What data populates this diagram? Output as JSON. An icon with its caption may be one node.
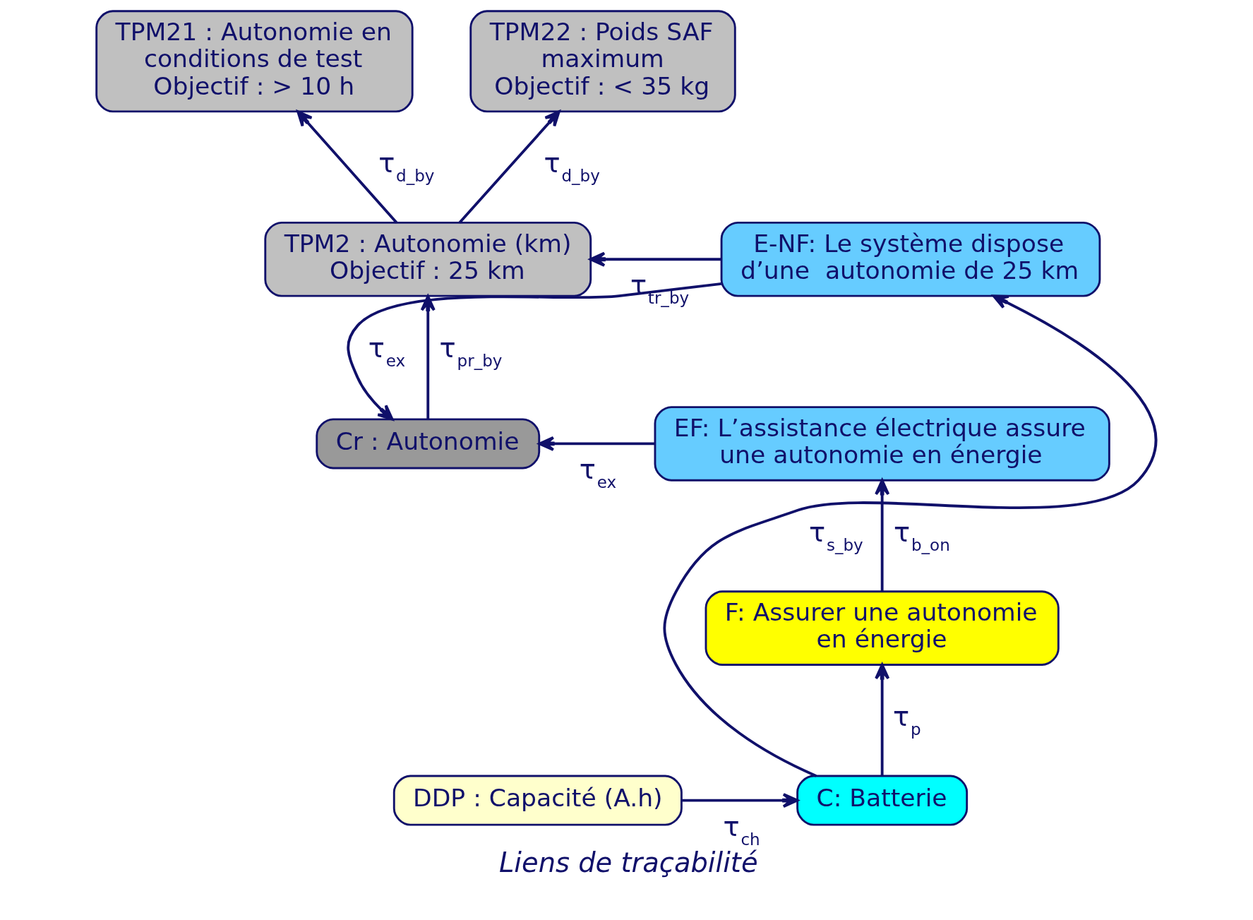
{
  "diagram": {
    "caption": "Liens de traçabilité",
    "nodes": [
      {
        "text": [
          "TPM21 : Autonomie en conditions de test",
          "Objectif : > 10 h"
        ]
      },
      {
        "text": [
          "TPM22 : Poids SAF maximum",
          "Objectif : < 35 kg"
        ]
      },
      {
        "text": [
          "TPM2 : Autonomie (km)",
          "Objectif : 25 km"
        ]
      },
      {
        "text": [
          "E-NF: Le système dispose d’une  autonomie de 25 km"
        ]
      },
      {
        "text": [
          "Cr : Autonomie"
        ]
      },
      {
        "text": [
          "EF: L’assistance électrique assure une autonomie en énergie"
        ]
      },
      {
        "text": [
          "F: Assurer une autonomie en énergie"
        ]
      },
      {
        "text": [
          "DDP : Capacité (A.h)"
        ]
      },
      {
        "text": [
          "C: Batterie"
        ]
      }
    ],
    "edges": [
      {
        "from": 2,
        "to": 0,
        "arrow": "to",
        "label": "τ$_{d_by}$"
      },
      {
        "from": 2,
        "to": 1,
        "arrow": "to",
        "label": "τ$_{d_by}$"
      },
      {
        "from": 3,
        "to": 2,
        "arrow": "to",
        "label": "τ$_{tr_by}$"
      },
      {
        "from": 3,
        "to": 4,
        "arrow": "to",
        "label": "τ$_{ex}$"
      },
      {
        "from": 4,
        "to": 2,
        "arrow": "to",
        "label": "τ$_{pr_by}$"
      },
      {
        "from": 5,
        "to": 4,
        "arrow": "to",
        "label": "τ$_{ex}$"
      },
      {
        "from": 6,
        "to": 5,
        "arrow": "to",
        "label": "τ$_{b_on}$"
      },
      {
        "from": 8,
        "to": 6,
        "arrow": "to",
        "label": "τ$_{p}$"
      },
      {
        "from": 7,
        "to": 8,
        "arrow": "to",
        "label": "τ$_{ch}$"
      },
      {
        "from": 8,
        "to": 3,
        "arrow": "to",
        "label": "τ$_{s_by}$"
      }
    ]
  }
}
